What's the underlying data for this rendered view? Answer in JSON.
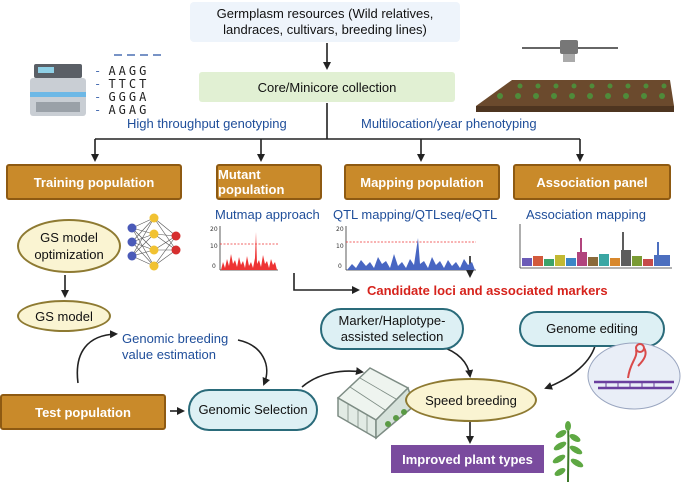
{
  "top": {
    "germplasm": "Germplasm resources (Wild relatives,\nlandraces, cultivars, breeding lines)"
  },
  "core": {
    "label": "Core/Minicore collection"
  },
  "arms": {
    "genotyping": "High throughput genotyping",
    "phenotyping": "Multilocation/year phenotyping"
  },
  "sequence_rows": [
    "AAGG",
    "TTCT",
    "GGGA",
    "AGAG"
  ],
  "populations": {
    "training": "Training population",
    "mutant": "Mutant population",
    "mapping": "Mapping population",
    "association": "Association panel"
  },
  "approaches": {
    "mutmap": "Mutmap approach",
    "qtl": "QTL mapping/QTLseq/eQTL",
    "assoc": "Association mapping"
  },
  "plot_ticks": {
    "top": "20",
    "mid": "10",
    "zero": "0"
  },
  "gs_opt": "GS model\noptimization",
  "gs_model": "GS model",
  "genomic_breeding": "Genomic breeding\nvalue estimation",
  "candidate": "Candidate loci and associated markers",
  "marker_assisted": "Marker/Haplotype-\nassisted selection",
  "genome_editing": "Genome editing",
  "test_population": "Test population",
  "genomic_selection": "Genomic Selection",
  "speed_breeding": "Speed breeding",
  "improved": "Improved plant types",
  "colors": {
    "population_box": "#c98a2a",
    "blue_text": "#1f4e9a",
    "candidate_text": "#d6231c",
    "improved_box": "#7a4b9e"
  }
}
